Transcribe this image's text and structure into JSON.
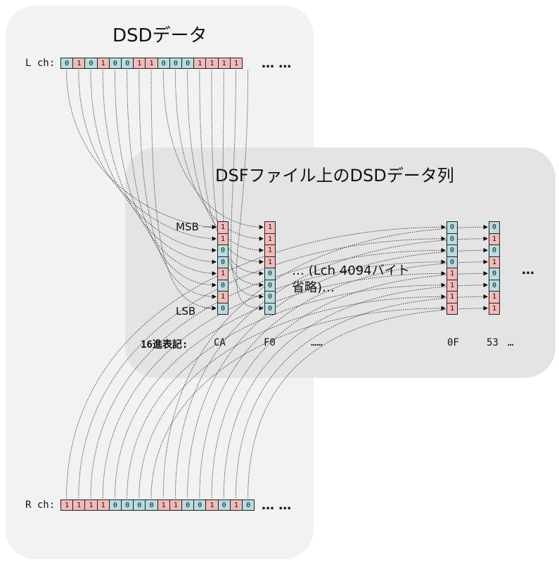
{
  "dsd_panel_title": "DSDデータ",
  "dsf_panel_title": "DSFファイル上のDSDデータ列",
  "l_channel": {
    "label": "L ch:",
    "bits": [
      0,
      1,
      0,
      1,
      0,
      0,
      1,
      1,
      0,
      0,
      0,
      1,
      1,
      1,
      1
    ],
    "ellipsis": "… …"
  },
  "r_channel": {
    "label": "R ch:",
    "bits": [
      1,
      1,
      1,
      1,
      0,
      0,
      0,
      0,
      1,
      1,
      0,
      0,
      1,
      0,
      1,
      0
    ],
    "ellipsis": "… …"
  },
  "msb_label": "MSB",
  "lsb_label": "LSB",
  "omitted_note": {
    "line1": "… (Lch 4094バイト",
    "line2": "省略)…"
  },
  "hex_label": "16進表記:",
  "bytes": [
    {
      "hex": "CA",
      "bits": [
        1,
        1,
        0,
        0,
        1,
        0,
        1,
        0
      ]
    },
    {
      "hex": "F0",
      "bits": [
        1,
        1,
        1,
        1,
        0,
        0,
        0,
        0
      ]
    },
    {
      "hex": "0F",
      "bits": [
        0,
        0,
        0,
        0,
        1,
        1,
        1,
        1
      ]
    },
    {
      "hex": "53",
      "bits": [
        0,
        1,
        0,
        1,
        0,
        0,
        1,
        1
      ]
    }
  ],
  "hex_ellipsis_mid": "……",
  "hex_ellipsis_end": "…",
  "right_ellipsis": "…",
  "colors": {
    "bit0": "#b6dde2",
    "bit1": "#f4b9b9",
    "panel_outer": "#f2f2f2",
    "panel_inner": "#e3e3e3"
  }
}
